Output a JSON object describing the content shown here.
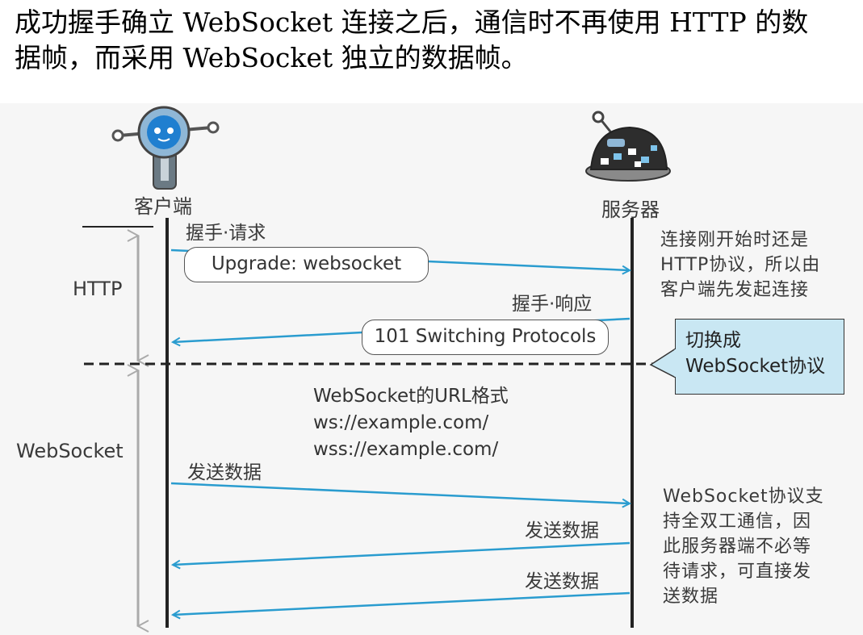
{
  "intro": {
    "line1": "成功握手确立 WebSocket 连接之后，通信时不再使用 HTTP 的数",
    "line2": "据帧，而采用 WebSocket 独立的数据帧。"
  },
  "actors": {
    "client_label": "客户端",
    "server_label": "服务器",
    "client_icon": "robot-icon",
    "server_icon": "turtle-robot-icon"
  },
  "phases": {
    "http_label": "HTTP",
    "websocket_label": "WebSocket"
  },
  "handshake": {
    "request_title": "握手·请求",
    "request_header": "Upgrade: websocket",
    "response_title": "握手·响应",
    "response_status": "101 Switching Protocols"
  },
  "notes": {
    "http_note": [
      "连接刚开始时还是",
      "HTTP协议，所以由",
      "客户端先发起连接"
    ],
    "switch_callout": [
      "切换成",
      "WebSocket协议"
    ],
    "url_format": [
      "WebSocket的URL格式",
      "ws://example.com/",
      "wss://example.com/"
    ],
    "duplex_note": [
      "WebSocket协议支",
      "持全双工通信，因",
      "此服务器端不必等",
      "待请求，可直接发",
      "送数据"
    ]
  },
  "messages": {
    "send1": "发送数据",
    "send2": "发送数据",
    "send3": "发送数据"
  },
  "colors": {
    "arrow_blue": "#2a9ccf",
    "callout_fill": "#c9e7f3",
    "phase_arrow_gray": "#aaaaaa",
    "figure_bg": "#f6f6f6"
  }
}
